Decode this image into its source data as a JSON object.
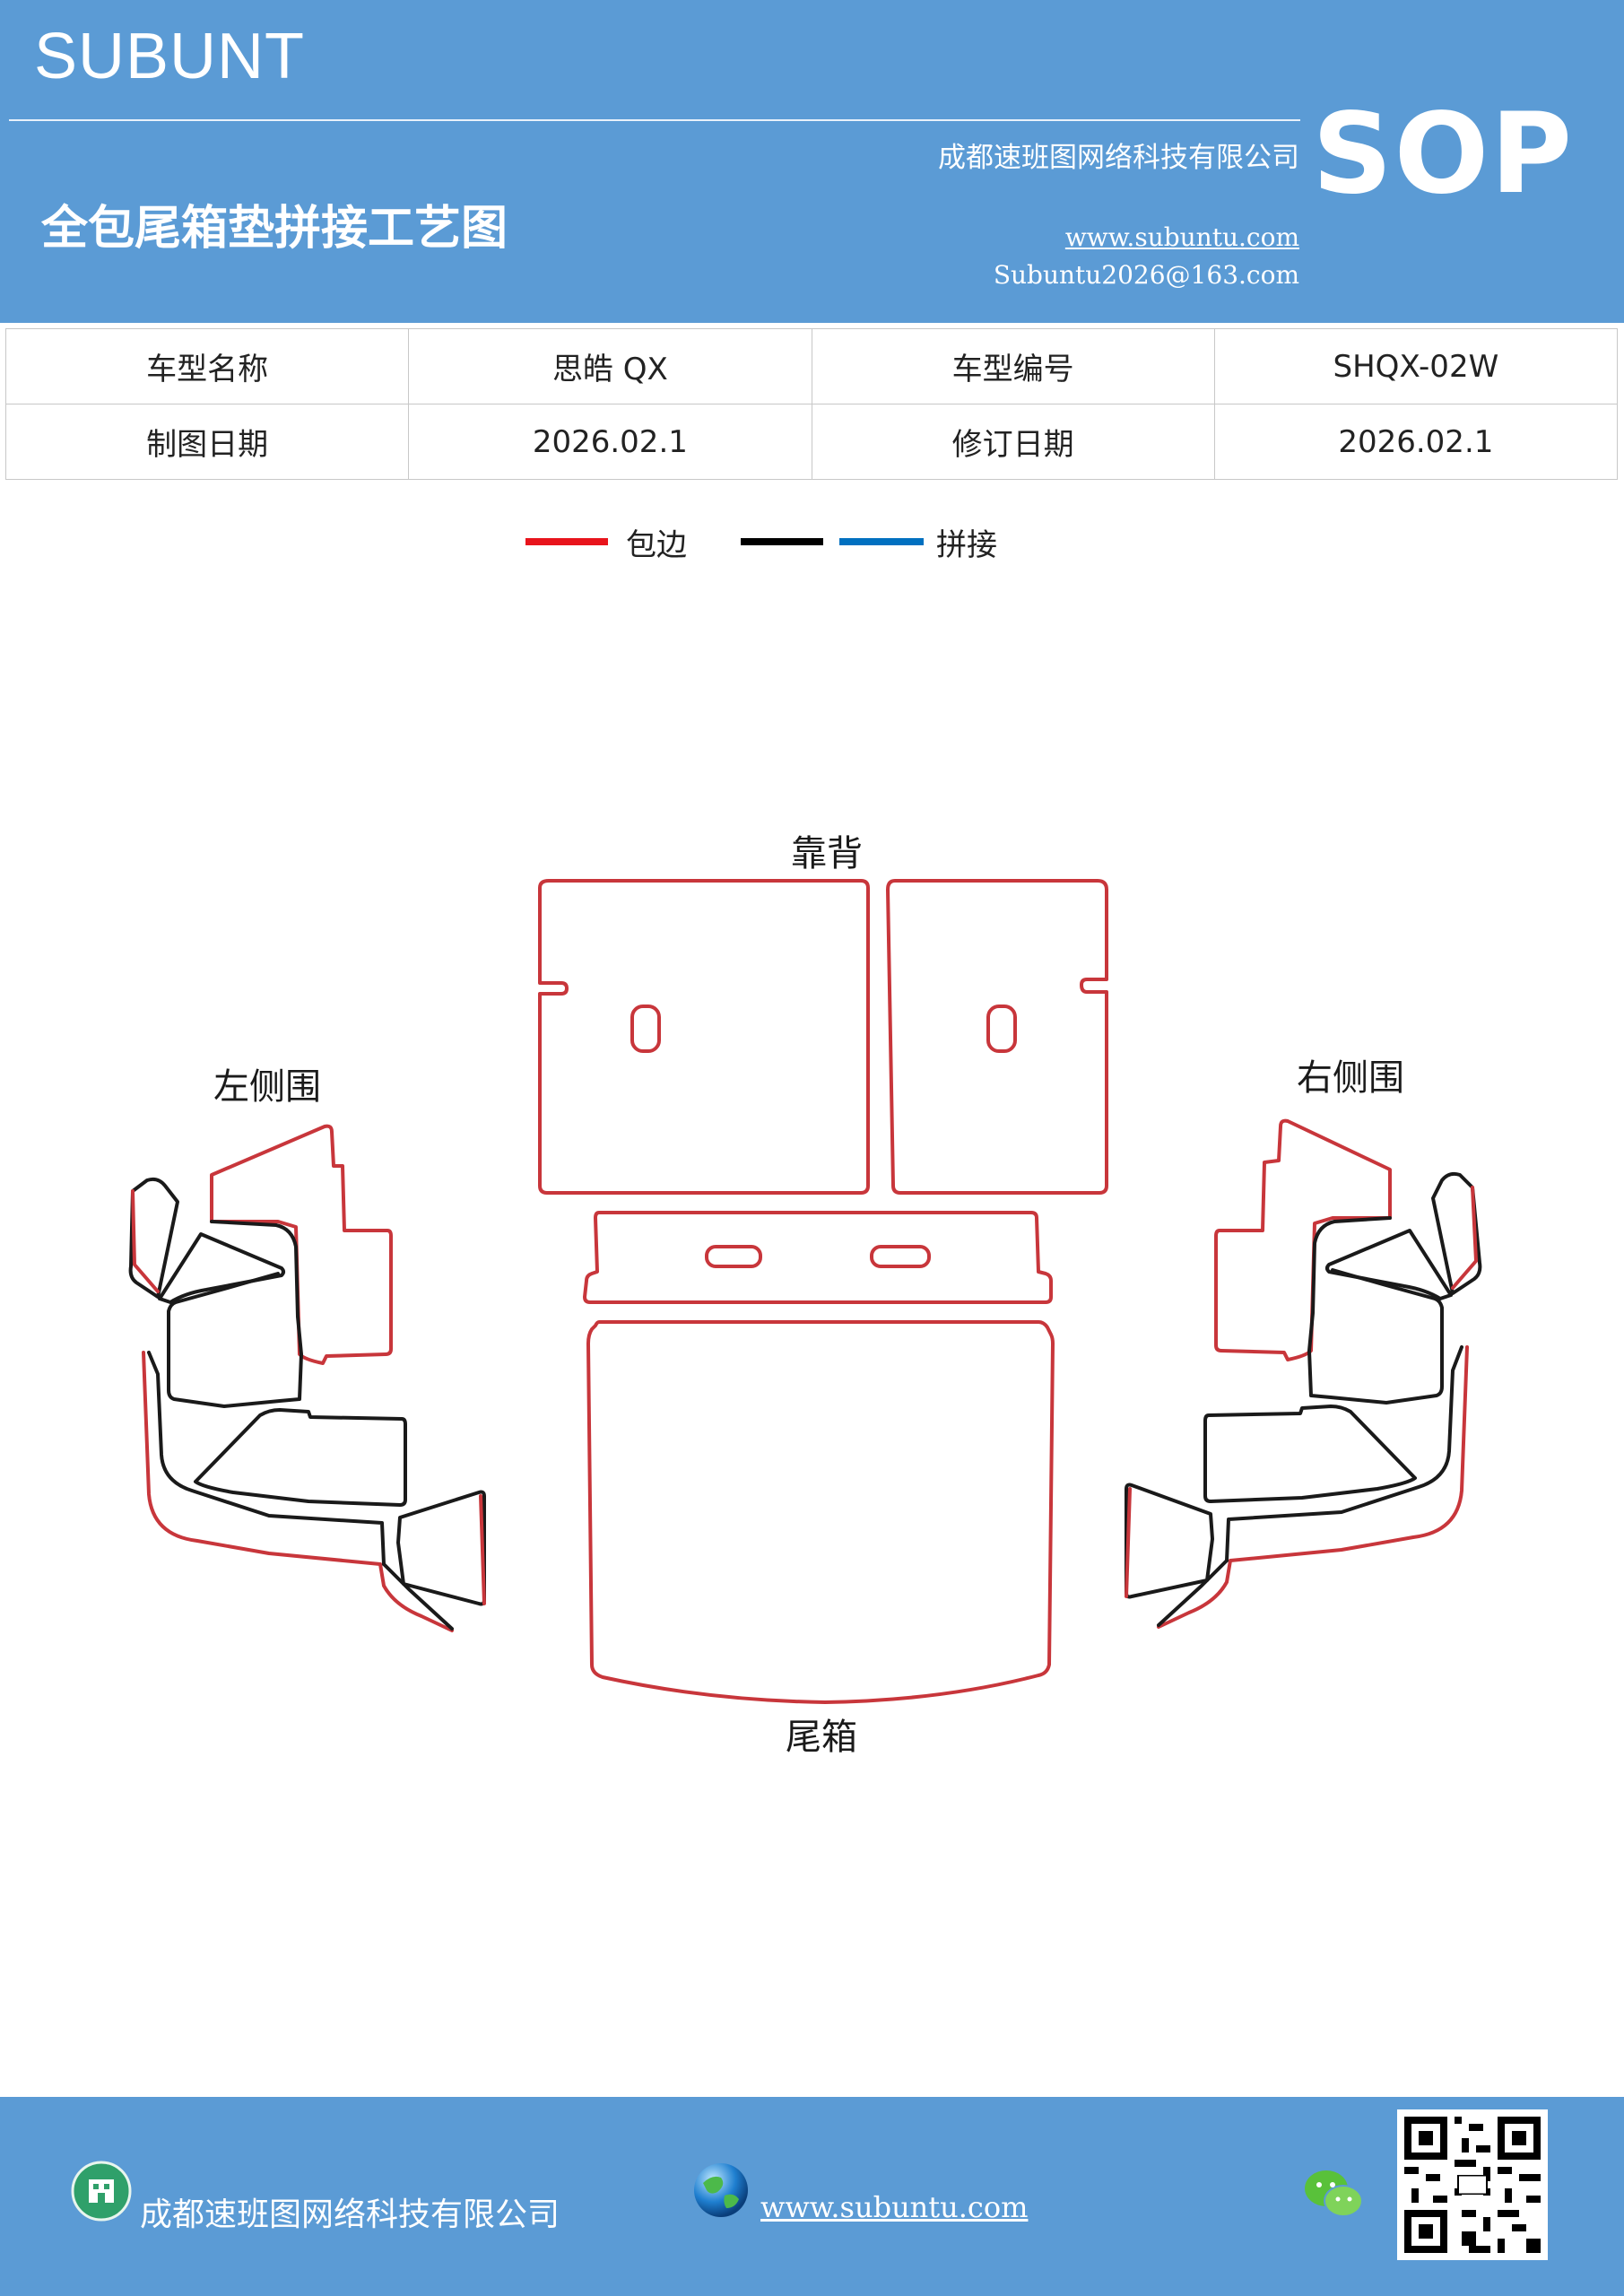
{
  "header": {
    "brand": "SUBUNT",
    "sop": "SOP",
    "company": "成都速班图网络科技有限公司",
    "title": "全包尾箱垫拼接工艺图",
    "website": "www.subuntu.com",
    "email": "Subuntu2026@163.com"
  },
  "info": {
    "model_name_label": "车型名称",
    "model_name": "思皓 QX",
    "model_code_label": "车型编号",
    "model_code": "SHQX-02W",
    "draw_date_label": "制图日期",
    "draw_date": "2026.02.1",
    "revise_date_label": "修订日期",
    "revise_date": "2026.02.1"
  },
  "legend": {
    "edge_label": "包边",
    "join_label": "拼接",
    "edge_color": "#e8141c",
    "join_color_black": "#000000",
    "join_color_blue": "#0070c0"
  },
  "drawing": {
    "back_label": "靠背",
    "left_label": "左侧围",
    "right_label": "右侧围",
    "trunk_label": "尾箱",
    "edge_color": "#c8363b",
    "join_color": "#1a1a1a"
  },
  "footer": {
    "company": "成都速班图网络科技有限公司",
    "website": "www.subuntu.com",
    "company_icon": "building-icon",
    "web_icon": "globe-icon",
    "wechat_icon": "wechat-icon",
    "qr_icon": "qr-code-icon"
  }
}
